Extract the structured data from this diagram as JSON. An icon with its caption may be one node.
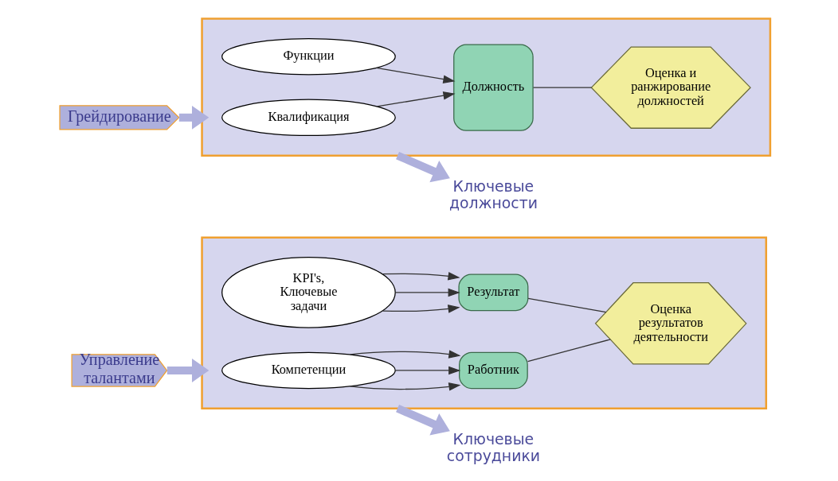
{
  "diagram": {
    "nodes": [
      {
        "text": [
          "Грейдирование"
        ]
      },
      {
        "text": [],
        "shape": "box"
      },
      {
        "text": [
          "Квалификация"
        ],
        "in": 1
      },
      {
        "text": [
          "Функции"
        ],
        "in": 1
      },
      {
        "text": [
          "Должность"
        ],
        "in": 1
      },
      {
        "text": [
          "Оценка и ранжирование должностей"
        ],
        "in": 1
      },
      {
        "text": [
          "Ключевые должности"
        ]
      },
      {
        "text": [
          "Управление талантами"
        ]
      },
      {
        "text": [],
        "shape": "box"
      },
      {
        "text": [
          "Компетенции"
        ],
        "in": 8
      },
      {
        "text": [
          "Работник"
        ],
        "in": 8
      },
      {
        "text": [
          "KPI's, Ключевые задачи"
        ],
        "in": 8
      },
      {
        "text": [
          "Результат"
        ],
        "in": 8
      },
      {
        "text": [
          "Оценка результатов деятельности"
        ],
        "in": 8
      },
      {
        "text": [
          "Ключевые сотрудники"
        ]
      }
    ],
    "edges": [
      {
        "from": 0,
        "to": 1,
        "arrow": "to",
        "style": "thick",
        "color": "#aeb0dc"
      },
      {
        "from": 2,
        "to": 4,
        "arrow": "to"
      },
      {
        "from": 3,
        "to": 4,
        "arrow": "to"
      },
      {
        "from": 4,
        "to": 5,
        "arrow": "none"
      },
      {
        "from": 1,
        "to": 6,
        "arrow": "to",
        "style": "thick",
        "color": "#aeb0dc"
      },
      {
        "from": 7,
        "to": 8,
        "arrow": "to",
        "style": "thick",
        "color": "#aeb0dc"
      },
      {
        "from": 9,
        "to": 10,
        "arrow": "to"
      },
      {
        "from": 9,
        "to": 10,
        "arrow": "to"
      },
      {
        "from": 9,
        "to": 10,
        "arrow": "to"
      },
      {
        "from": 11,
        "to": 12,
        "arrow": "to"
      },
      {
        "from": 11,
        "to": 12,
        "arrow": "to"
      },
      {
        "from": 11,
        "to": 12,
        "arrow": "to"
      },
      {
        "from": 10,
        "to": 13,
        "arrow": "none"
      },
      {
        "from": 12,
        "to": 13,
        "arrow": "none"
      },
      {
        "from": 8,
        "to": 14,
        "arrow": "to",
        "style": "thick",
        "color": "#aeb0dc"
      }
    ]
  }
}
